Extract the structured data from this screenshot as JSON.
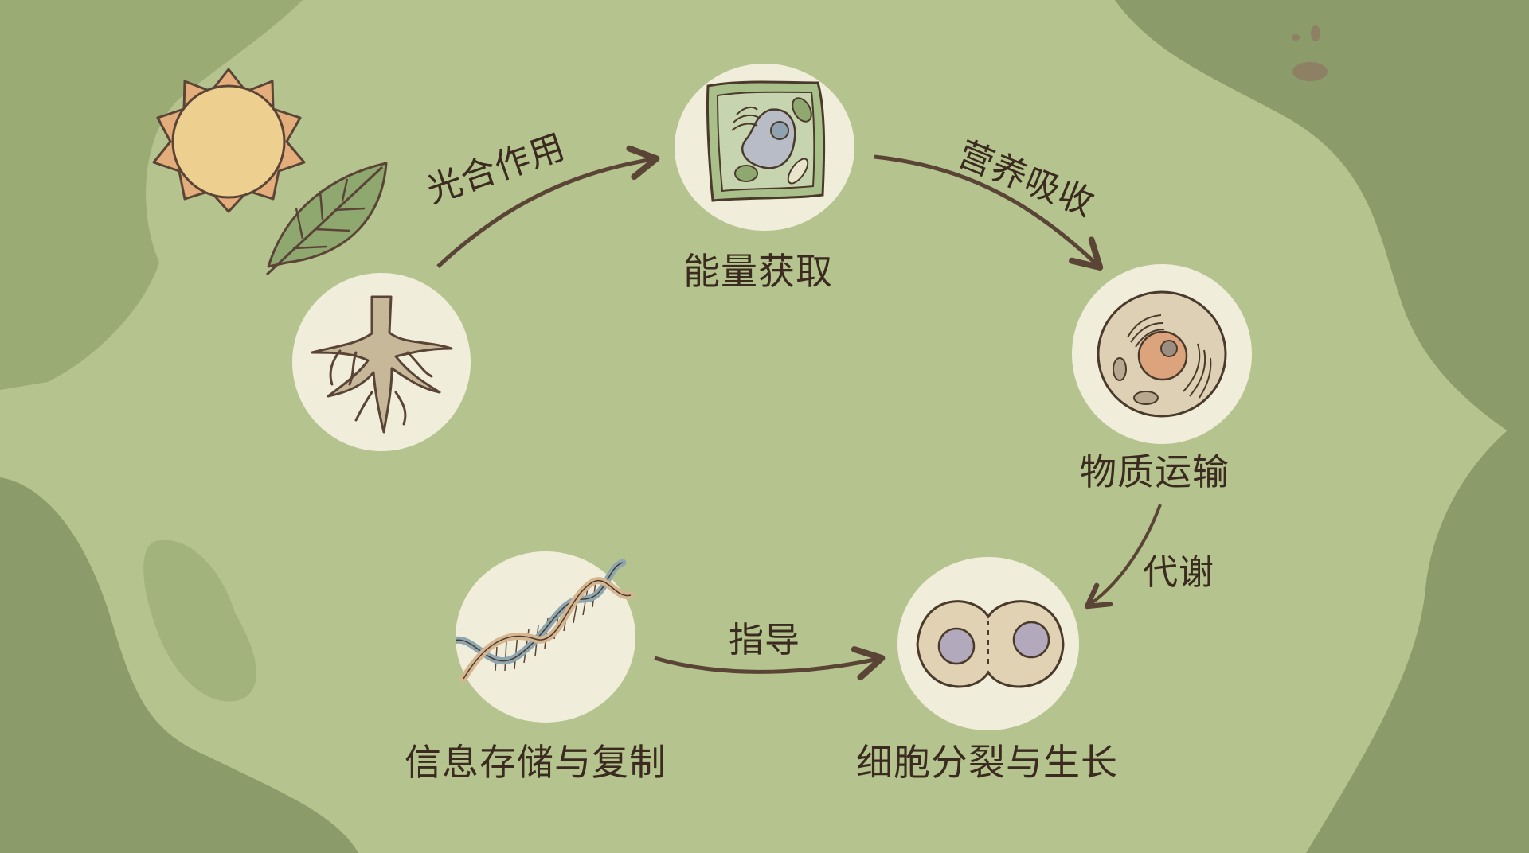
{
  "diagram": {
    "type": "cycle-flow",
    "theme_colors": {
      "background": "#b5c48e",
      "background_dark": "#8b9b6a",
      "node_fill": "#f0edda",
      "ink": "#3a2a1f",
      "arrow": "#5a4436"
    },
    "decorations": {
      "sun": "sun-icon",
      "leaf": "leaf-icon"
    },
    "nodes": [
      {
        "id": "roots",
        "icon": "plant-roots-icon",
        "label": ""
      },
      {
        "id": "energy",
        "icon": "plant-cell-icon",
        "label": "能量获取"
      },
      {
        "id": "transport",
        "icon": "animal-cell-icon",
        "label": "物质运输"
      },
      {
        "id": "division",
        "icon": "dividing-cell-icon",
        "label": "细胞分裂与生长"
      },
      {
        "id": "dna",
        "icon": "dna-helix-icon",
        "label": "信息存储与复制"
      }
    ],
    "edges": [
      {
        "from": "roots",
        "to": "energy",
        "label": "光合作用"
      },
      {
        "from": "energy",
        "to": "transport",
        "label": "营养吸收"
      },
      {
        "from": "transport",
        "to": "division",
        "label": "代谢"
      },
      {
        "from": "dna",
        "to": "division",
        "label": "指导"
      }
    ]
  }
}
